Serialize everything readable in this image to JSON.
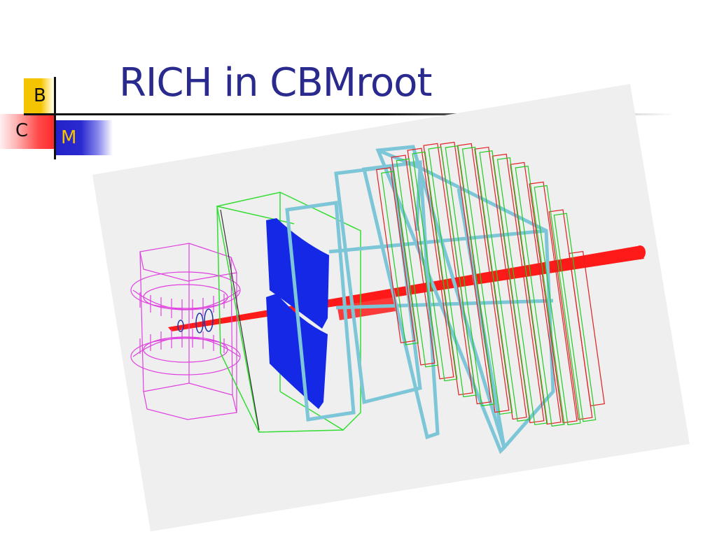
{
  "slide": {
    "title": "RICH in CBMroot"
  },
  "logo": {
    "letter_b": "B",
    "letter_c": "C",
    "letter_m": "M"
  },
  "colors": {
    "title": "#2a2a8e",
    "beam": "#ff1a1a",
    "mirror": "#1428e6",
    "frames": "#7cc6d8",
    "magnet": "#e040e0",
    "box": "#33dd33"
  }
}
